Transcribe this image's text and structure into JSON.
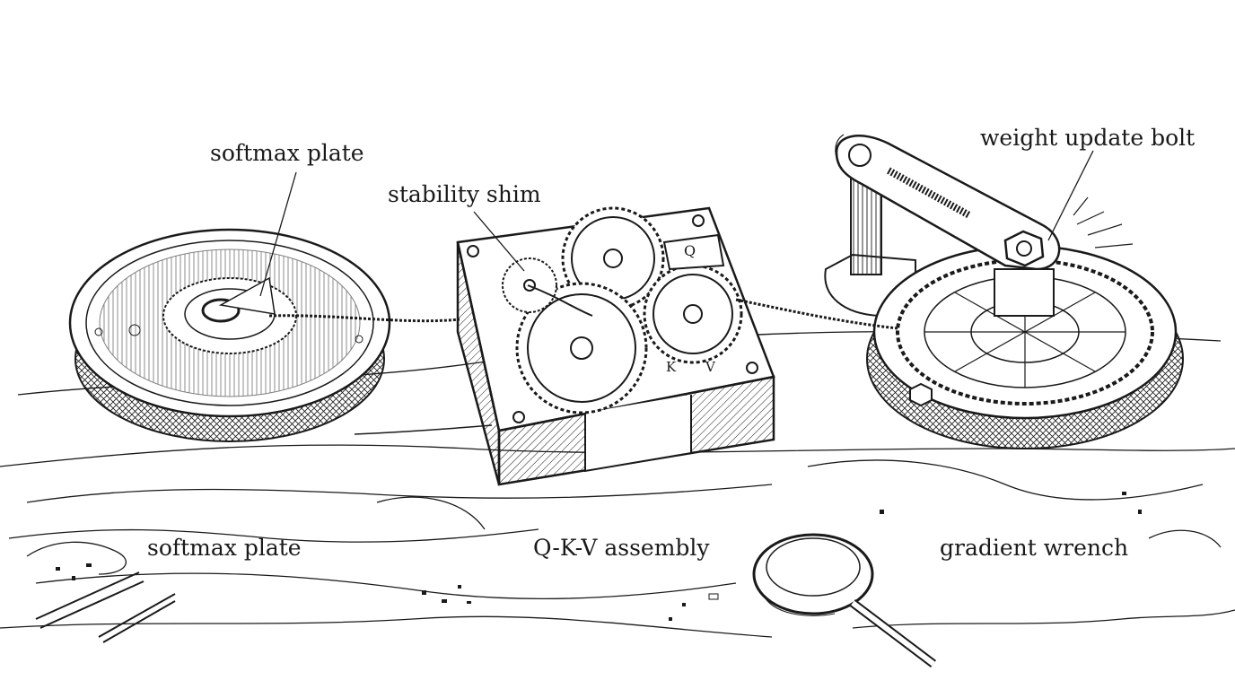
{
  "colors": {
    "ink": "#1a1a1a",
    "paper": "#ffffff",
    "wood_grain": "#555555"
  },
  "callouts": {
    "softmax_plate": "softmax plate",
    "stability_shim": "stability shim",
    "weight_update_bolt": "weight update bolt"
  },
  "captions": {
    "softmax_plate": "softmax plate",
    "qkv_assembly": "Q-K-V assembly",
    "gradient_wrench": "gradient wrench"
  },
  "gear_letters": {
    "q": "Q",
    "k": "K",
    "v": "V"
  }
}
